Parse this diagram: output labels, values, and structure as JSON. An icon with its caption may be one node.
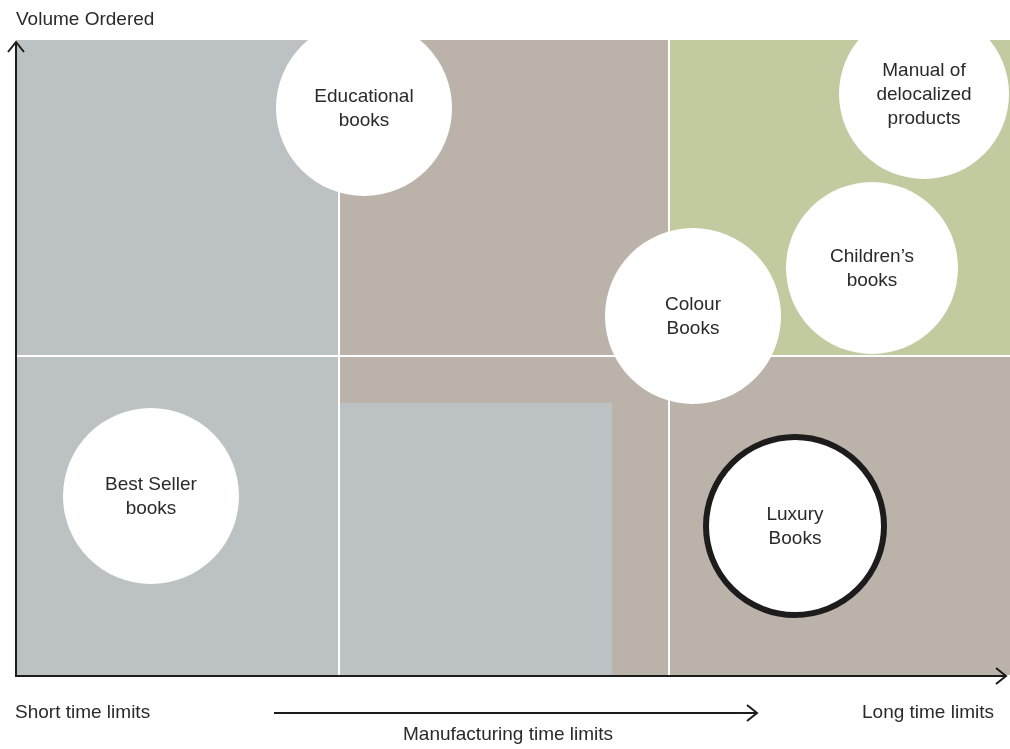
{
  "diagram": {
    "nodes": [
      {
        "text": [
          "Educational books"
        ]
      },
      {
        "text": [
          "Manual of delocalized products"
        ]
      },
      {
        "text": [
          "Children’s books"
        ]
      },
      {
        "text": [
          "Colour Books"
        ]
      },
      {
        "text": [
          "Best Seller books"
        ]
      },
      {
        "text": [
          "Luxury Books"
        ]
      }
    ],
    "labels": [
      "Volume Ordered",
      "Short time limits",
      "Manufacturing time limits",
      "Long time limits"
    ]
  }
}
